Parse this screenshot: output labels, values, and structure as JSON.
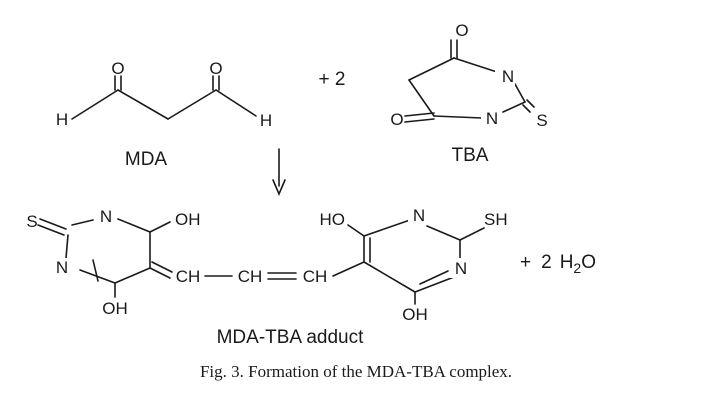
{
  "reactants": {
    "mda": {
      "label": "MDA",
      "atom_o": "O",
      "atom_h": "H"
    },
    "coefficient": "+ 2",
    "tba": {
      "label": "TBA",
      "atom_o": "O",
      "atom_n": "N",
      "atom_s": "S"
    }
  },
  "product": {
    "label": "MDA-TBA adduct",
    "atom_s": "S",
    "atom_n": "N",
    "atom_oh": "OH",
    "atom_ho": "HO",
    "atom_sh": "SH",
    "linker_ch1": "CH",
    "linker_ch2": "CH",
    "linker_ch3": "CH",
    "byproduct": {
      "plus": "+",
      "coefficient": "2",
      "h": "H",
      "sub": "2",
      "o": "O"
    }
  },
  "caption": "Fig. 3. Formation of the MDA-TBA complex."
}
